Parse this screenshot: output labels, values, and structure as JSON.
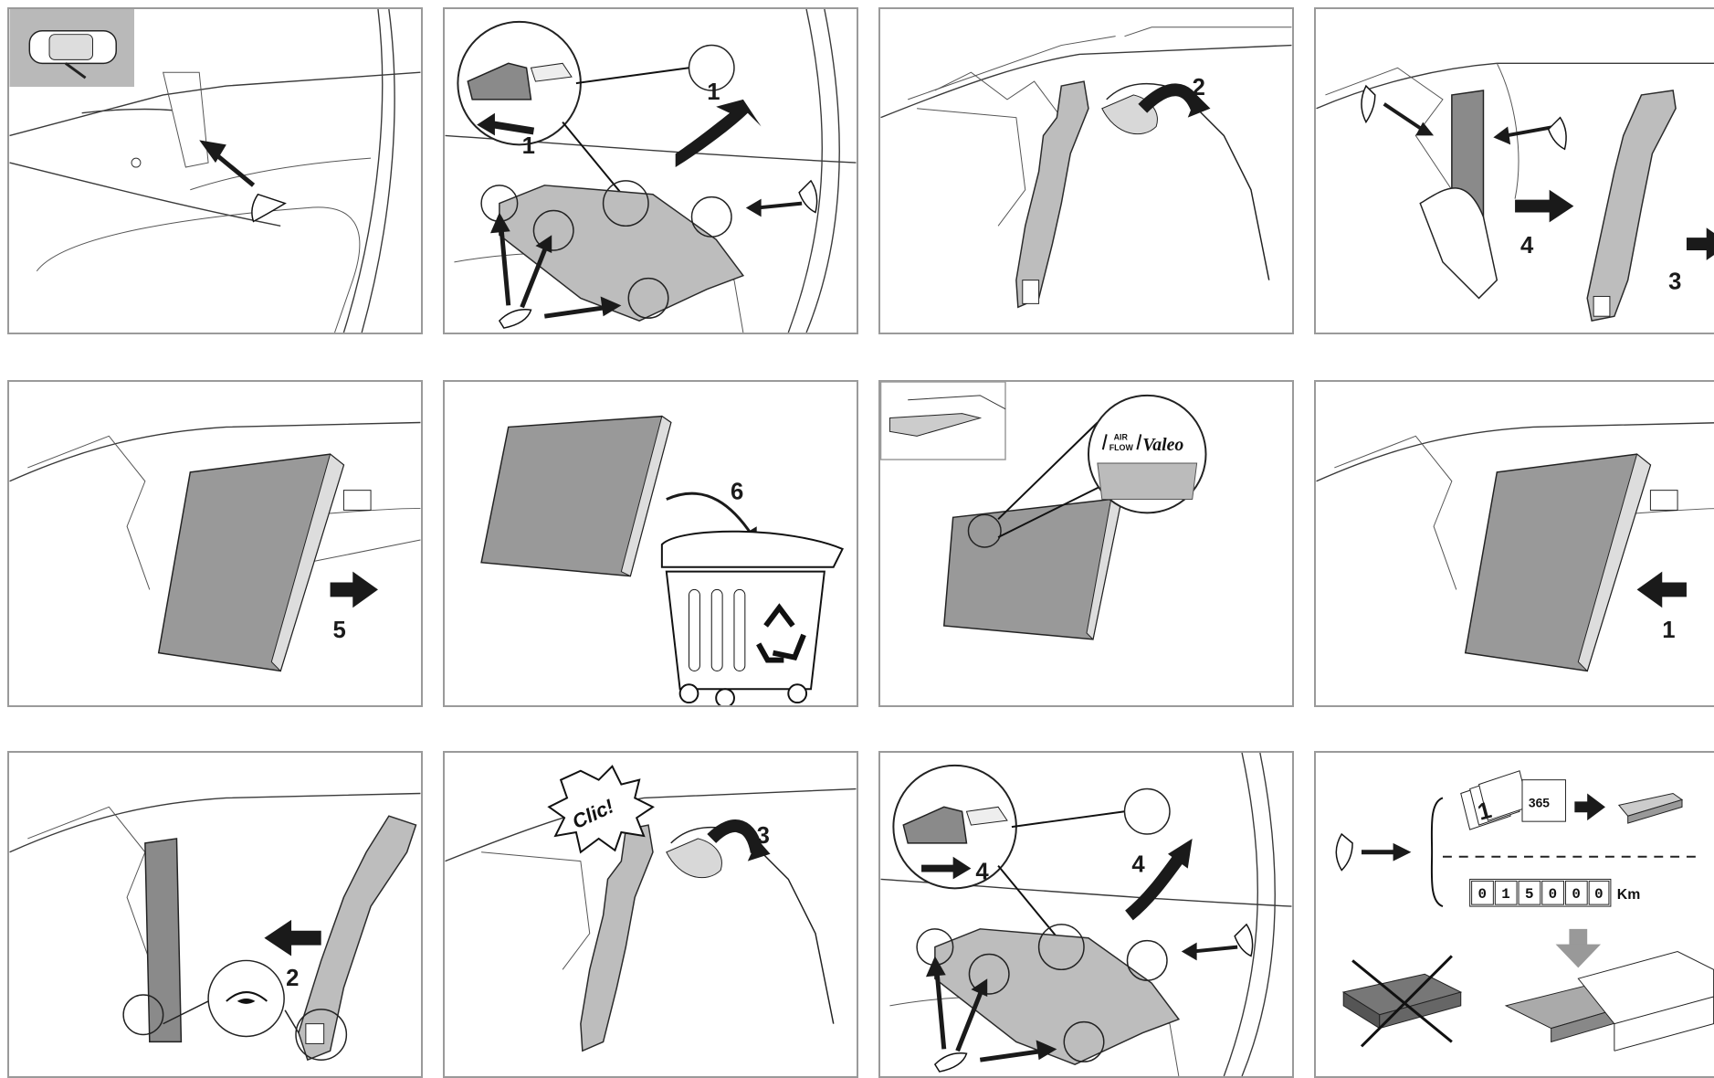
{
  "steps": {
    "p2_step": "1",
    "p2_inset_step": "1",
    "p3_step": "2",
    "p4_step_a": "4",
    "p4_step_b": "3",
    "p5_step": "5",
    "p6_step": "6",
    "p8_step": "1",
    "p9_step": "2",
    "p10_step": "3",
    "p11_step_a": "4",
    "p11_inset_step": "4"
  },
  "labels": {
    "brand": "Valeo",
    "air_flow_line1": "AIR",
    "air_flow_line2": "FLOW",
    "clic": "Clic!",
    "calendar_first": "1",
    "calendar_last": "365",
    "odometer_digits": [
      "0",
      "1",
      "5",
      "0",
      "0",
      "0"
    ],
    "odometer_unit": "Km"
  },
  "colors": {
    "panel_border": "#9a9a9a",
    "part_grey": "#bdbdbd",
    "arrow_black": "#1a1a1a",
    "thumbnail_bg": "#b9b9b9"
  }
}
